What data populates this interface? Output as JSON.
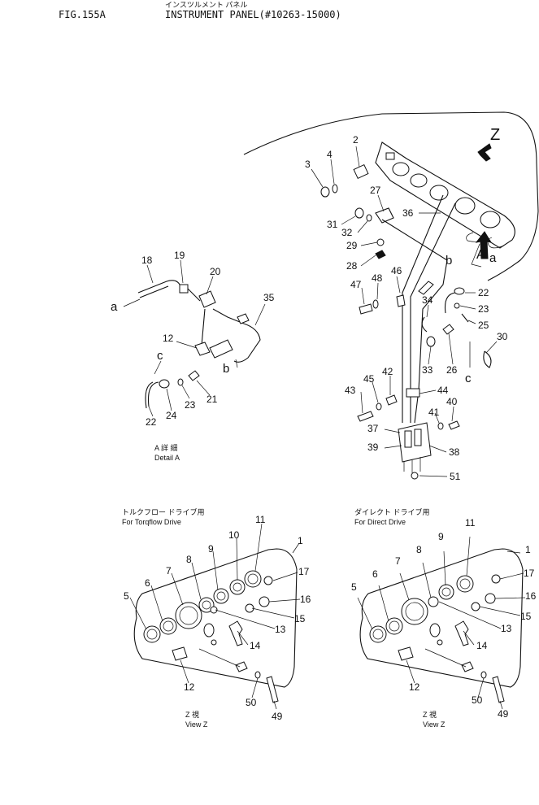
{
  "header": {
    "fig": "FIG.155A",
    "title_jp": "インスツルメント パネル",
    "title": "INSTRUMENT PANEL(#10263-15000)"
  },
  "view_marks": {
    "z": "Z",
    "a": "A",
    "a_small": "a",
    "b_small": "b",
    "c_small": "c"
  },
  "callouts": {
    "main": [
      "2",
      "3",
      "4",
      "27",
      "36",
      "31",
      "32",
      "29",
      "28",
      "46",
      "48",
      "47",
      "22",
      "23",
      "25",
      "34",
      "30",
      "33",
      "26",
      "42",
      "45",
      "43",
      "44",
      "40",
      "41",
      "37",
      "38",
      "39",
      "51"
    ],
    "detail_a": [
      "18",
      "19",
      "20",
      "35",
      "12",
      "21",
      "23",
      "24",
      "22"
    ]
  },
  "captions": {
    "detail_a_jp": "A 詳 細",
    "detail_a": "Detail A",
    "torqflow_jp": "トルクフロー ドライブ用",
    "torqflow": "For Torqflow Drive",
    "direct_jp": "ダイレクト ドライブ用",
    "direct": "For Direct Drive",
    "view_z_jp": "Z 視",
    "view_z": "View Z"
  },
  "view_z_callouts": [
    "1",
    "5",
    "6",
    "7",
    "8",
    "9",
    "10",
    "11",
    "12",
    "13",
    "14",
    "15",
    "16",
    "17",
    "49",
    "50"
  ],
  "view_z_direct_callouts": [
    "1",
    "5",
    "6",
    "7",
    "8",
    "9",
    "11",
    "12",
    "13",
    "14",
    "15",
    "16",
    "17",
    "49",
    "50"
  ]
}
